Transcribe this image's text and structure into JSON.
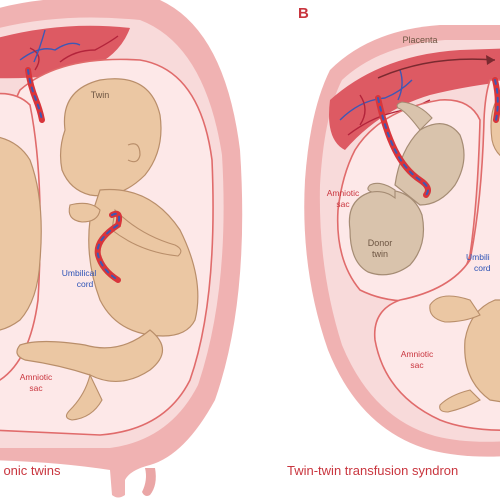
{
  "panel_b": {
    "letter": "B",
    "caption": "Twin-twin transfusion syndron",
    "labels": {
      "placenta": "Placenta",
      "amniotic_sac_top_line1": "Amniotic",
      "amniotic_sac_top_line2": "sac",
      "donor_line1": "Donor",
      "donor_line2": "twin",
      "umbilical_line1": "Umbili",
      "umbilical_line2": "cord",
      "amniotic_sac_bottom_line1": "Amniotic",
      "amniotic_sac_bottom_line2": "sac"
    }
  },
  "panel_a": {
    "caption": "onic twins",
    "labels": {
      "twin": "Twin",
      "umbilical_line1": "Umbilical",
      "umbilical_line2": "cord",
      "amniotic_sac_line1": "Amniotic",
      "amniotic_sac_line2": "sac"
    }
  },
  "colors": {
    "uterus_outer": "#f0b2b2",
    "uterus_inner": "#f8dada",
    "sac_fill": "#fde8e8",
    "sac_stroke": "#e06b6b",
    "placenta": "#dd5a63",
    "fetus_skin": "#ebc7a3",
    "fetus_outline": "#b98e6a",
    "donor_skin": "#d9c3ac",
    "cord_red": "#d8353b",
    "cord_blue": "#3d58b5",
    "label_red": "#c9363f",
    "label_blue": "#2d53b6",
    "label_dark": "#6e5643"
  }
}
